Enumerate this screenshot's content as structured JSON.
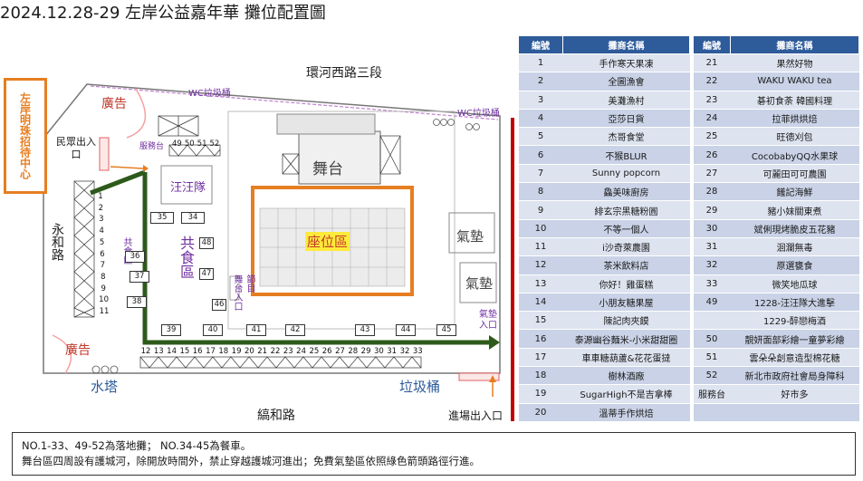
{
  "title": "2024.12.28-29 左岸公益嘉年華  攤位配置圖",
  "map": {
    "roads": {
      "north": "環河西路三段",
      "south": "縞和路",
      "west": "永和路"
    },
    "labels": {
      "reception": "左岸明珠招待中心",
      "ad_top": "廣告",
      "ad_bottom": "廣告",
      "wc_bin_top": "WC垃圾桶",
      "wc_bin_right": "WC垃圾桶",
      "minquan_entrance": "民眾出入口",
      "service_desk": "服務台",
      "wangwang": "汪汪隊",
      "stage": "舞台",
      "seating": "座位區",
      "airmat1": "氣墊",
      "airmat2": "氣墊",
      "airmat_entrance": "氣墊入口",
      "dining1": "共食區",
      "dining2": "共食區",
      "stage_entrance": "舞台入口",
      "stage_program": "節目",
      "water_tower": "水塔",
      "trash_bin": "垃圾桶",
      "vehicle_entrance": "進場出入口"
    },
    "service_booths": [
      "49",
      "50",
      "51",
      "52"
    ],
    "left_booths": [
      "1",
      "2",
      "3",
      "4",
      "5",
      "6",
      "7",
      "8",
      "9",
      "10",
      "11"
    ],
    "food_boxes_upper": [
      "35",
      "34"
    ],
    "food_boxes_mid": [
      "36",
      "37",
      "38"
    ],
    "food_boxes_right": [
      "48",
      "47",
      "46"
    ],
    "food_boxes_bottom": [
      "39",
      "40",
      "41",
      "42",
      "43",
      "44",
      "45"
    ],
    "bottom_booths": [
      "12",
      "13",
      "14",
      "15",
      "16",
      "17",
      "18",
      "19",
      "20",
      "21",
      "22",
      "23",
      "24",
      "25",
      "26",
      "27",
      "28",
      "29",
      "30",
      "31",
      "32",
      "33"
    ]
  },
  "vendor_table": {
    "headers": [
      "編號",
      "攤商名稱",
      "編號",
      "攤商名稱"
    ],
    "left": [
      {
        "no": "1",
        "name": "手作寒天果凍"
      },
      {
        "no": "2",
        "name": "全圖漁會"
      },
      {
        "no": "3",
        "name": "美灘漁村"
      },
      {
        "no": "4",
        "name": "亞莎日貨"
      },
      {
        "no": "5",
        "name": "杰哥食堂"
      },
      {
        "no": "6",
        "name": "不猴BLUR"
      },
      {
        "no": "7",
        "name": "Sunny popcorn"
      },
      {
        "no": "8",
        "name": "鱻美味廚房"
      },
      {
        "no": "9",
        "name": "緋玄宗黑糖粉圓"
      },
      {
        "no": "10",
        "name": "不等一個人"
      },
      {
        "no": "11",
        "name": "i沙奇萊農園"
      },
      {
        "no": "12",
        "name": "茶米飲料店"
      },
      {
        "no": "13",
        "name": "你好！雞蛋糕"
      },
      {
        "no": "14",
        "name": "小朋友糖果屋"
      },
      {
        "no": "15",
        "name": "陳記肉夾饃"
      },
      {
        "no": "16",
        "name": "泰源幽谷麵米-小米甜甜圈"
      },
      {
        "no": "17",
        "name": "車車糖葫蘆&花花蛋撻"
      },
      {
        "no": "18",
        "name": "樹林酒廠"
      },
      {
        "no": "19",
        "name": "SugarHigh不是吉拿棒"
      },
      {
        "no": "20",
        "name": "溫蒂手作烘焙"
      }
    ],
    "right": [
      {
        "no": "21",
        "name": "果然好物"
      },
      {
        "no": "22",
        "name": "WAKU WAKU tea"
      },
      {
        "no": "23",
        "name": "碁初食荼 韓國料理"
      },
      {
        "no": "24",
        "name": "拉菲烘烘焙"
      },
      {
        "no": "25",
        "name": "旺德刈包"
      },
      {
        "no": "26",
        "name": "CocobabyQQ水果球"
      },
      {
        "no": "27",
        "name": "可麗田可可農園"
      },
      {
        "no": "28",
        "name": "饈記海鮮"
      },
      {
        "no": "29",
        "name": "豬小妹關東煮"
      },
      {
        "no": "30",
        "name": "斌俐現烤脆皮五花豬"
      },
      {
        "no": "31",
        "name": "洄瀾無毒"
      },
      {
        "no": "32",
        "name": "原選甕食"
      },
      {
        "no": "33",
        "name": "微笑地瓜球"
      },
      {
        "no": "49",
        "name": "1228-汪汪隊大進擊"
      },
      {
        "no": "",
        "name": "1229-醉戀梅酒"
      },
      {
        "no": "50",
        "name": "靚妍面部彩繪一童夢彩繪"
      },
      {
        "no": "51",
        "name": "雲朵朵創意造型棉花糖"
      },
      {
        "no": "52",
        "name": "新北市政府社會局身障科"
      },
      {
        "no": "服務台",
        "name": "好市多"
      },
      {
        "no": "",
        "name": ""
      }
    ]
  },
  "note": {
    "line1": "NO.1-33、49-52為落地攤； NO.34-45為餐車。",
    "line2": "舞台區四周設有護城河，除開放時間外，禁止穿越護城河進出；免費氣墊區依照綠色箭頭路徑行進。"
  },
  "colors": {
    "header": "#2e5b9a",
    "row_light": "#dde3ef",
    "row_dark": "#c9d2e6",
    "arrow_green": "#2d5a1b",
    "orange": "#e67e22",
    "boundary_red": "#c00000",
    "route_purple": "#b060c8"
  }
}
